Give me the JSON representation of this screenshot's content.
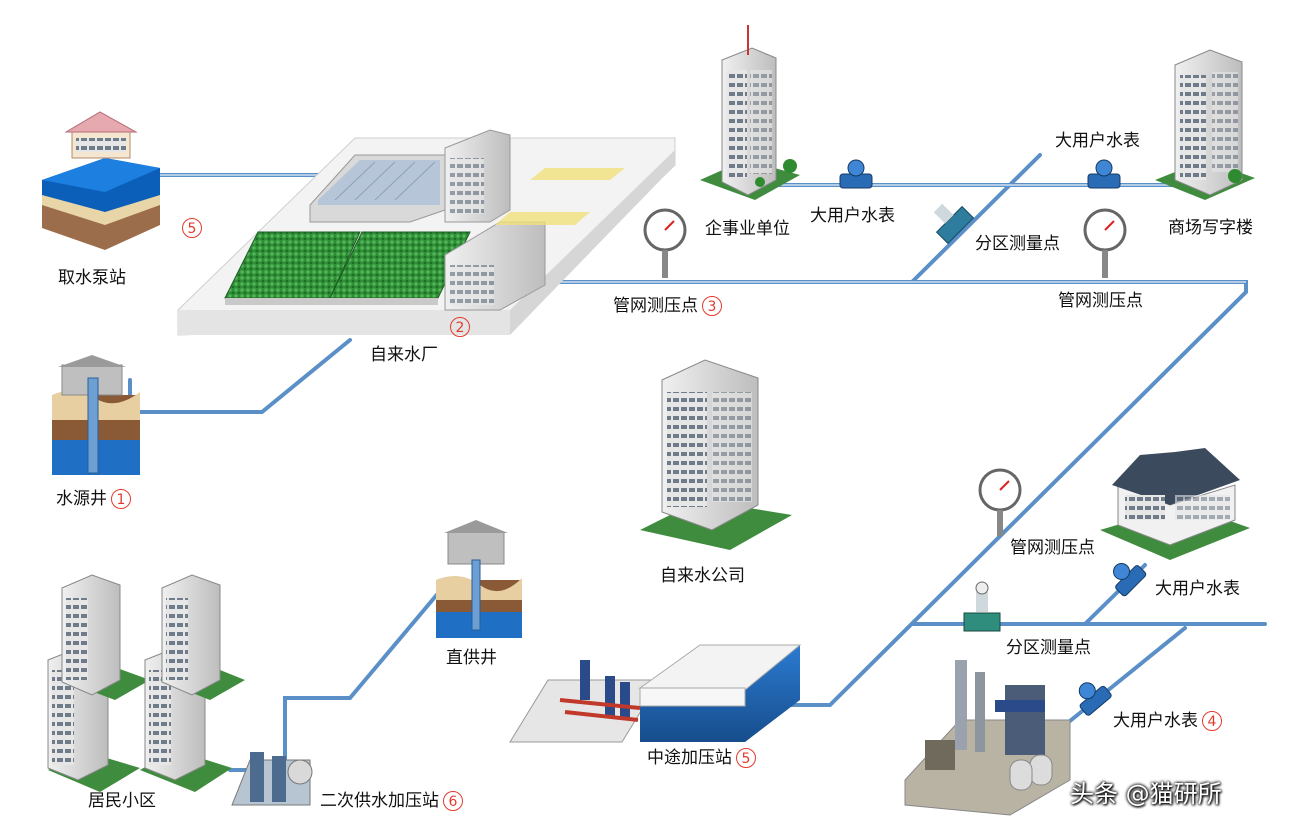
{
  "labels": {
    "intake_pump_station": "取水泵站",
    "intake_num": "5",
    "water_plant": "自来水厂",
    "plant_num": "2",
    "source_well": "水源井",
    "well_num": "1",
    "enterprise_unit": "企事业单位",
    "large_meter_1": "大用户水表",
    "large_meter_2": "大用户水表",
    "zone_point_1": "分区测量点",
    "commercial_office": "商场写字楼",
    "pressure_point_1": "管网测压点",
    "pressure_num": "3",
    "pressure_point_2": "管网测压点",
    "water_company": "自来水公司",
    "pressure_point_3": "管网测压点",
    "large_meter_3": "大用户水表",
    "zone_point_2": "分区测量点",
    "large_meter_4": "大用户水表",
    "meter4_num": "4",
    "direct_well": "直供井",
    "booster_mid": "中途加压站",
    "booster_num": "5",
    "residential": "居民小区",
    "secondary_booster": "二次供水加压站",
    "secondary_num": "6"
  },
  "watermark": "头条 @猫研所",
  "colors": {
    "pipe": "#5b8fc7",
    "accent_red": "#e23b2e",
    "grass": "#2f9a3a",
    "water": "#1f6fc4"
  }
}
